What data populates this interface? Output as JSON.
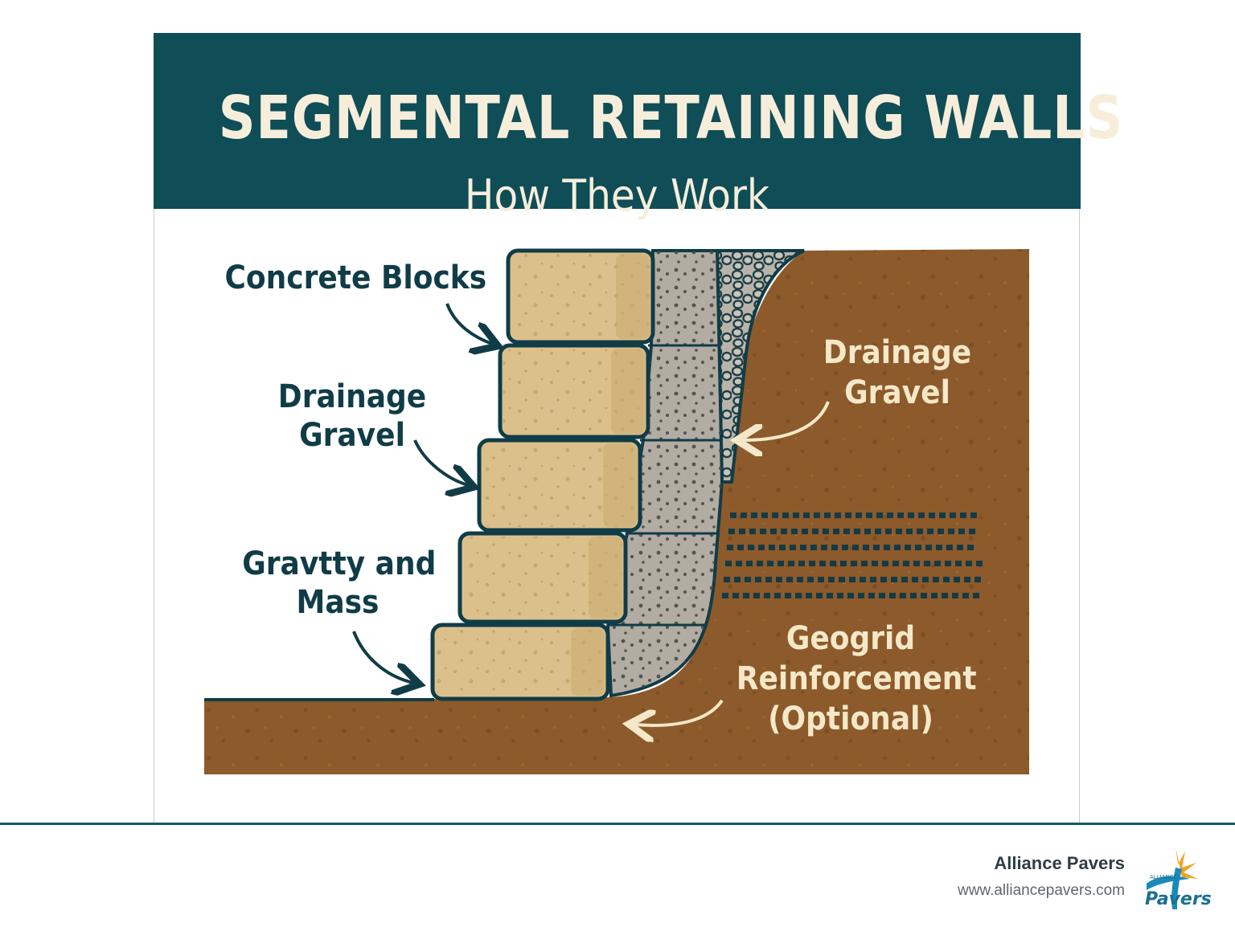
{
  "header": {
    "title": "SEGMENTAL RETAINING WALLS",
    "subtitle": "How They Work"
  },
  "labels": {
    "concrete_blocks": "Concrete Blocks",
    "drainage_left_line1": "Drainage",
    "drainage_left_line2": "Gravel",
    "gravity_line1": "Gravtty and",
    "gravity_line2": "Mass",
    "drainage_right_line1": "Drainage",
    "drainage_right_line2": "Gravel",
    "geogrid_line1": "Geogrid",
    "geogrid_line2": "Reinforcement",
    "geogrid_line3": "(Optional)"
  },
  "footer": {
    "brand": "Alliance Pavers",
    "url": "www.alliancepavers.com",
    "logo_text": "Pavers",
    "logo_small": "ALLIANCE"
  },
  "colors": {
    "banner": "#0f4d57",
    "soil": "#8c5a2b",
    "block": "#dcc08c",
    "gravel": "#b3aca2",
    "outline": "#103c47",
    "label_light": "#f5e8c8"
  }
}
